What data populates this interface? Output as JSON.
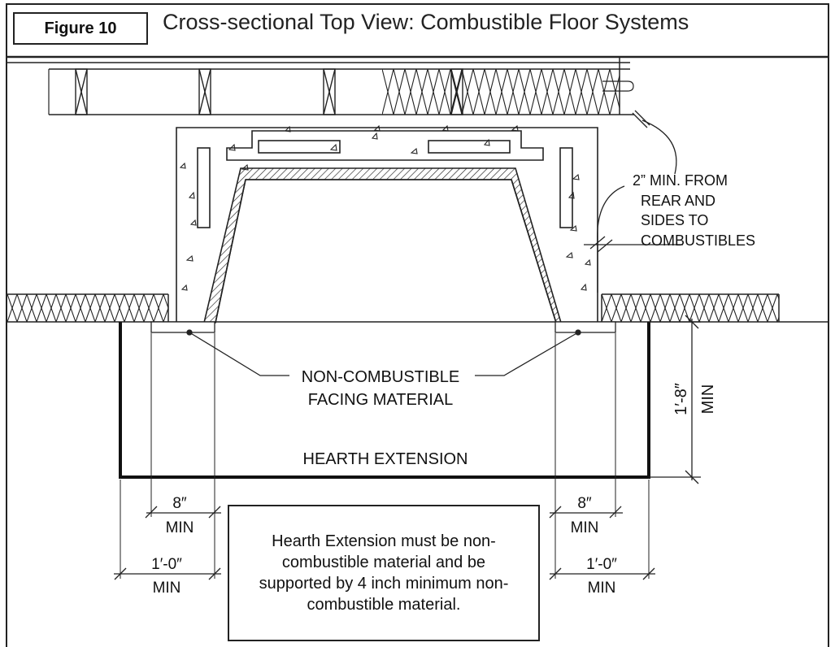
{
  "figure": {
    "badge": "Figure 10",
    "title": "Cross-sectional Top View: Combustible Floor Systems"
  },
  "labels": {
    "facing_line1": "NON-COMBUSTIBLE",
    "facing_line2": "FACING MATERIAL",
    "hearth": "HEARTH EXTENSION",
    "clearance": [
      "2” MIN. FROM",
      "REAR AND",
      "SIDES TO",
      "COMBUSTIBLES"
    ],
    "height_dim": "1′-8″",
    "height_min": "MIN"
  },
  "dimensions": {
    "left_inner": {
      "value": "8″",
      "min": "MIN"
    },
    "left_outer": {
      "value": "1′-0″",
      "min": "MIN"
    },
    "right_inner": {
      "value": "8″",
      "min": "MIN"
    },
    "right_outer": {
      "value": "1′-0″",
      "min": "MIN"
    }
  },
  "note": {
    "lines": [
      "Hearth Extension must be non-",
      "combustible material and be",
      "supported by 4 inch minimum non-",
      "combustible material."
    ]
  }
}
